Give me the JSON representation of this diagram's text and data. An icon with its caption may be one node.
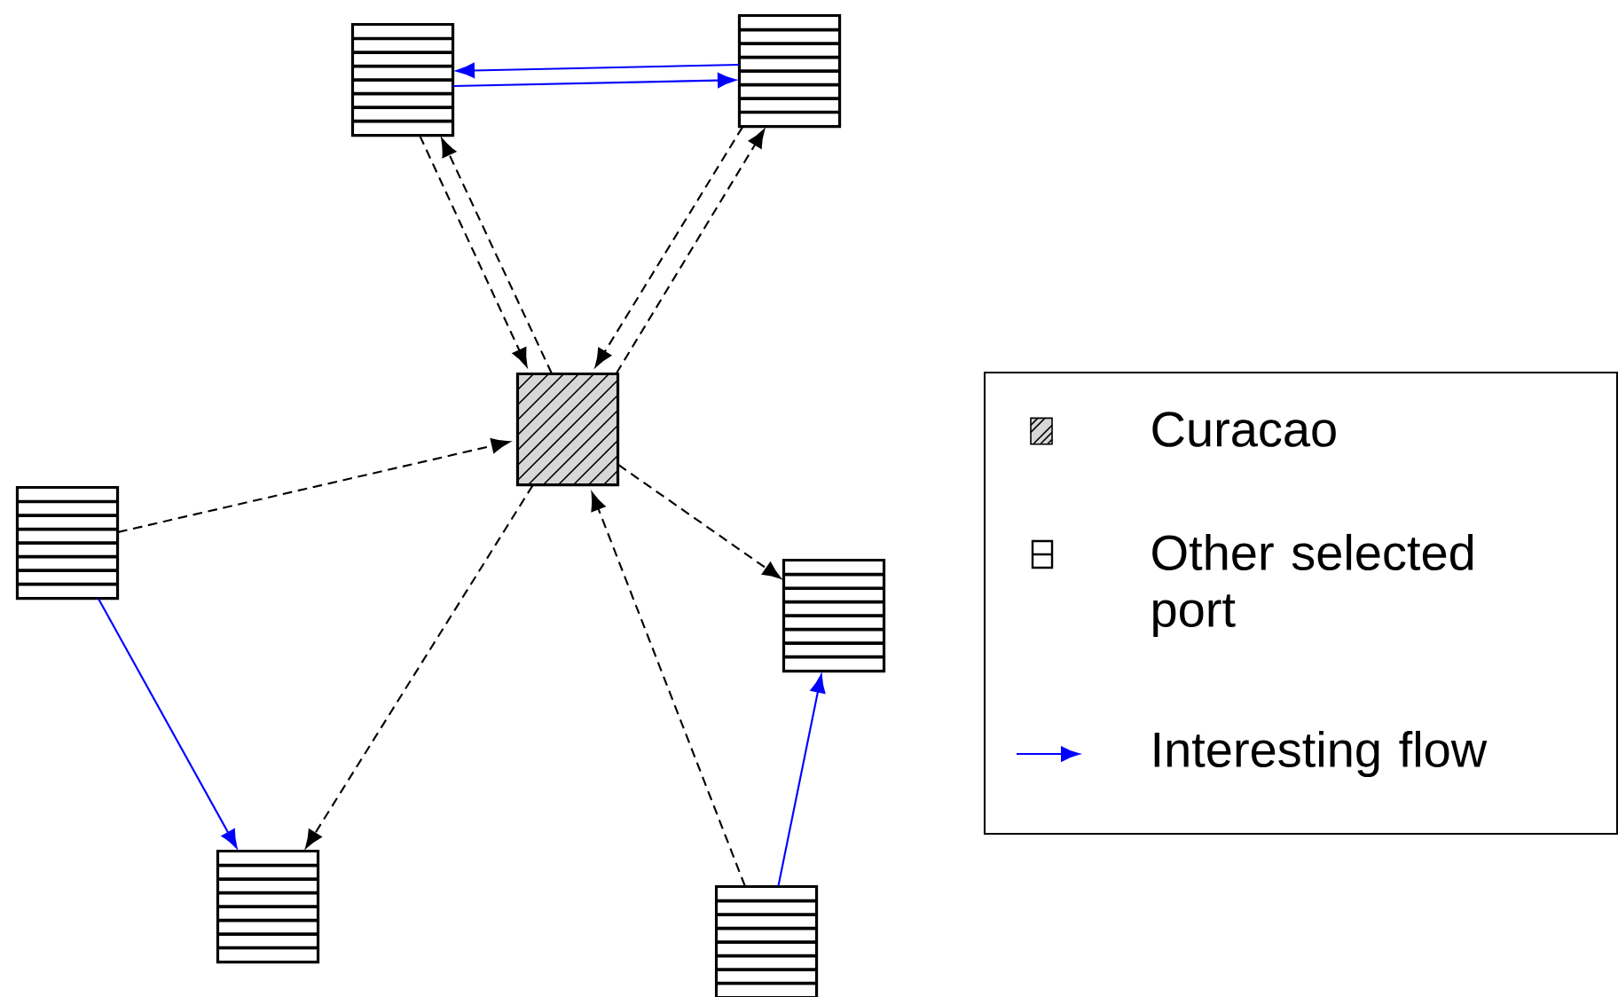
{
  "diagram": {
    "nodes": [
      {
        "text": [],
        "shape": "box"
      },
      {
        "text": [],
        "shape": "box"
      },
      {
        "text": [],
        "shape": "box"
      },
      {
        "text": [],
        "shape": "box"
      },
      {
        "text": [],
        "shape": "box"
      },
      {
        "text": [],
        "shape": "box"
      },
      {
        "text": [],
        "shape": "box"
      }
    ],
    "edges": [
      {
        "from": 1,
        "to": 0,
        "arrow": "to",
        "color": "#0000ff"
      },
      {
        "from": 0,
        "to": 1,
        "arrow": "to",
        "color": "#0000ff"
      },
      {
        "from": 2,
        "to": 0,
        "arrow": "to",
        "style": "dashed"
      },
      {
        "from": 0,
        "to": 2,
        "arrow": "to",
        "style": "dashed"
      },
      {
        "from": 2,
        "to": 1,
        "arrow": "to",
        "style": "dashed"
      },
      {
        "from": 1,
        "to": 2,
        "arrow": "to",
        "style": "dashed"
      },
      {
        "from": 3,
        "to": 2,
        "arrow": "to",
        "style": "dashed"
      },
      {
        "from": 2,
        "to": 4,
        "arrow": "to",
        "style": "dashed"
      },
      {
        "from": 2,
        "to": 5,
        "arrow": "to",
        "style": "dashed"
      },
      {
        "from": 6,
        "to": 2,
        "arrow": "to",
        "style": "dashed"
      },
      {
        "from": 3,
        "to": 5,
        "arrow": "to",
        "color": "#0000ff"
      },
      {
        "from": 6,
        "to": 4,
        "arrow": "to",
        "color": "#0000ff"
      }
    ],
    "legend": [
      {
        "text": "Curacao"
      },
      {
        "text": "Other selected port"
      },
      {
        "text": "Interesting flow"
      }
    ]
  }
}
